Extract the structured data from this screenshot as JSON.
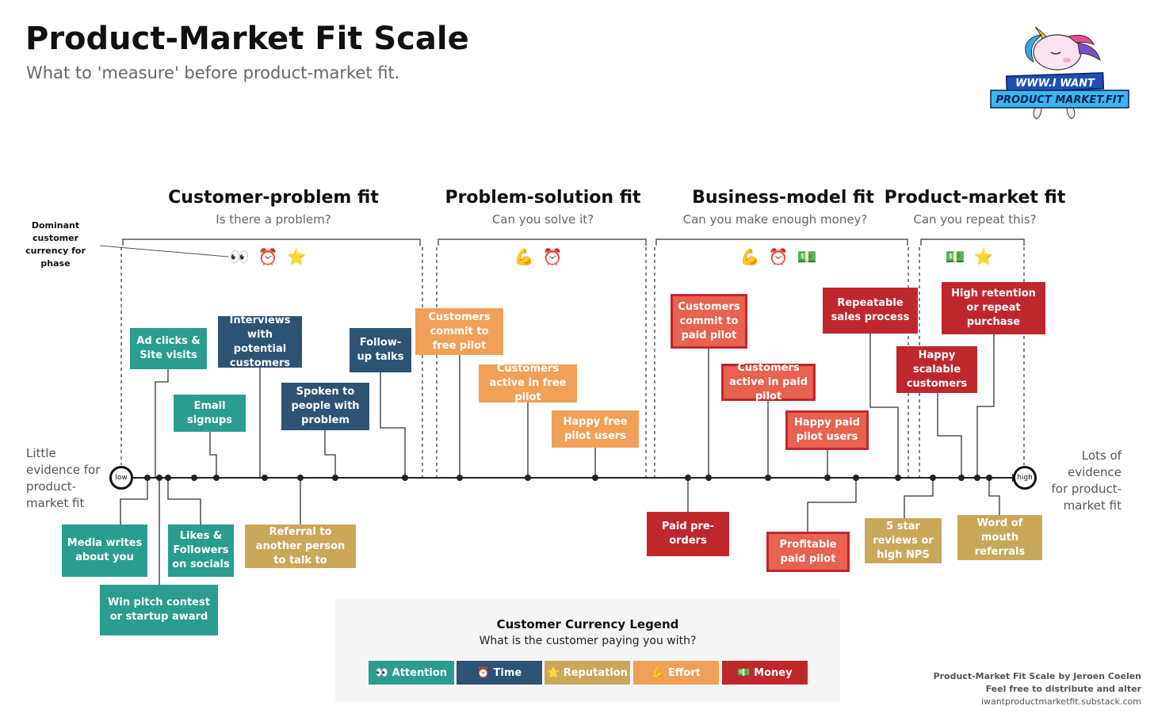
{
  "header": {
    "title": "Product-Market Fit Scale",
    "subtitle": "What to 'measure' before product-market fit."
  },
  "logo": {
    "line1": "WWW.I WANT",
    "line2": "PRODUCT MARKET.FIT"
  },
  "dominant_label": "Dominant customer currency for phase",
  "phases": [
    {
      "title": "Customer-problem fit",
      "question": "Is there a problem?",
      "currency": [
        "👀",
        "⏰",
        "⭐"
      ]
    },
    {
      "title": "Problem-solution fit",
      "question": "Can you solve it?",
      "currency": [
        "💪",
        "⏰"
      ]
    },
    {
      "title": "Business-model fit",
      "question": "Can you make enough money?",
      "currency": [
        "💪",
        "⏰",
        "💵"
      ]
    },
    {
      "title": "Product-market fit",
      "question": "Can you repeat this?",
      "currency": [
        "💵",
        "⭐"
      ]
    }
  ],
  "scale": {
    "low": "low",
    "high": "high",
    "left_label": "Little evidence for product-market fit",
    "right_label": "Lots of evidence for product-market fit"
  },
  "milestones": {
    "ad_clicks": "Ad clicks & Site visits",
    "interviews": "Interviews with potential customers",
    "email_signups": "Email signups",
    "spoken_to_people": "Spoken to people with problem",
    "follow_up": "Follow-up talks",
    "media": "Media writes about you",
    "likes": "Likes & Followers on socials",
    "win_pitch": "Win pitch contest or startup award",
    "referral": "Referral to another person to talk to",
    "commit_free": "Customers commit to free pilot",
    "active_free": "Customers active in free pilot",
    "happy_free": "Happy free pilot users",
    "commit_paid": "Customers commit to paid pilot",
    "active_paid": "Customers active in paid pilot",
    "happy_paid": "Happy paid pilot users",
    "repeatable": "Repeatable sales process",
    "paid_preorders": "Paid pre-orders",
    "profitable_pilot": "Profitable paid pilot",
    "high_retention": "High retention or repeat purchase",
    "happy_scalable": "Happy scalable customers",
    "five_star": "5 star reviews or high NPS",
    "word_of_mouth": "Word of mouth referrals"
  },
  "legend": {
    "title": "Customer Currency Legend",
    "subtitle": "What is the customer paying you with?",
    "items": [
      {
        "label": "👀 Attention",
        "color": "#2a9d8f"
      },
      {
        "label": "⏰ Time",
        "color": "#2d5375"
      },
      {
        "label": "⭐ Reputation",
        "color": "#c9a85a"
      },
      {
        "label": "💪 Effort",
        "color": "#f0a058"
      },
      {
        "label": "💵 Money",
        "color": "#c0272d"
      }
    ]
  },
  "credits": {
    "line1": "Product-Market Fit Scale by Jeroen Coelen",
    "line2": "Feel free to distribute and alter",
    "line3": "iwantproductmarketfit.substack.com"
  },
  "colors": {
    "attention": "#2a9d8f",
    "time": "#2d5375",
    "reputation": "#c9a85a",
    "effort": "#f0a058",
    "money": "#c0272d",
    "money_light": "#e8624f"
  }
}
